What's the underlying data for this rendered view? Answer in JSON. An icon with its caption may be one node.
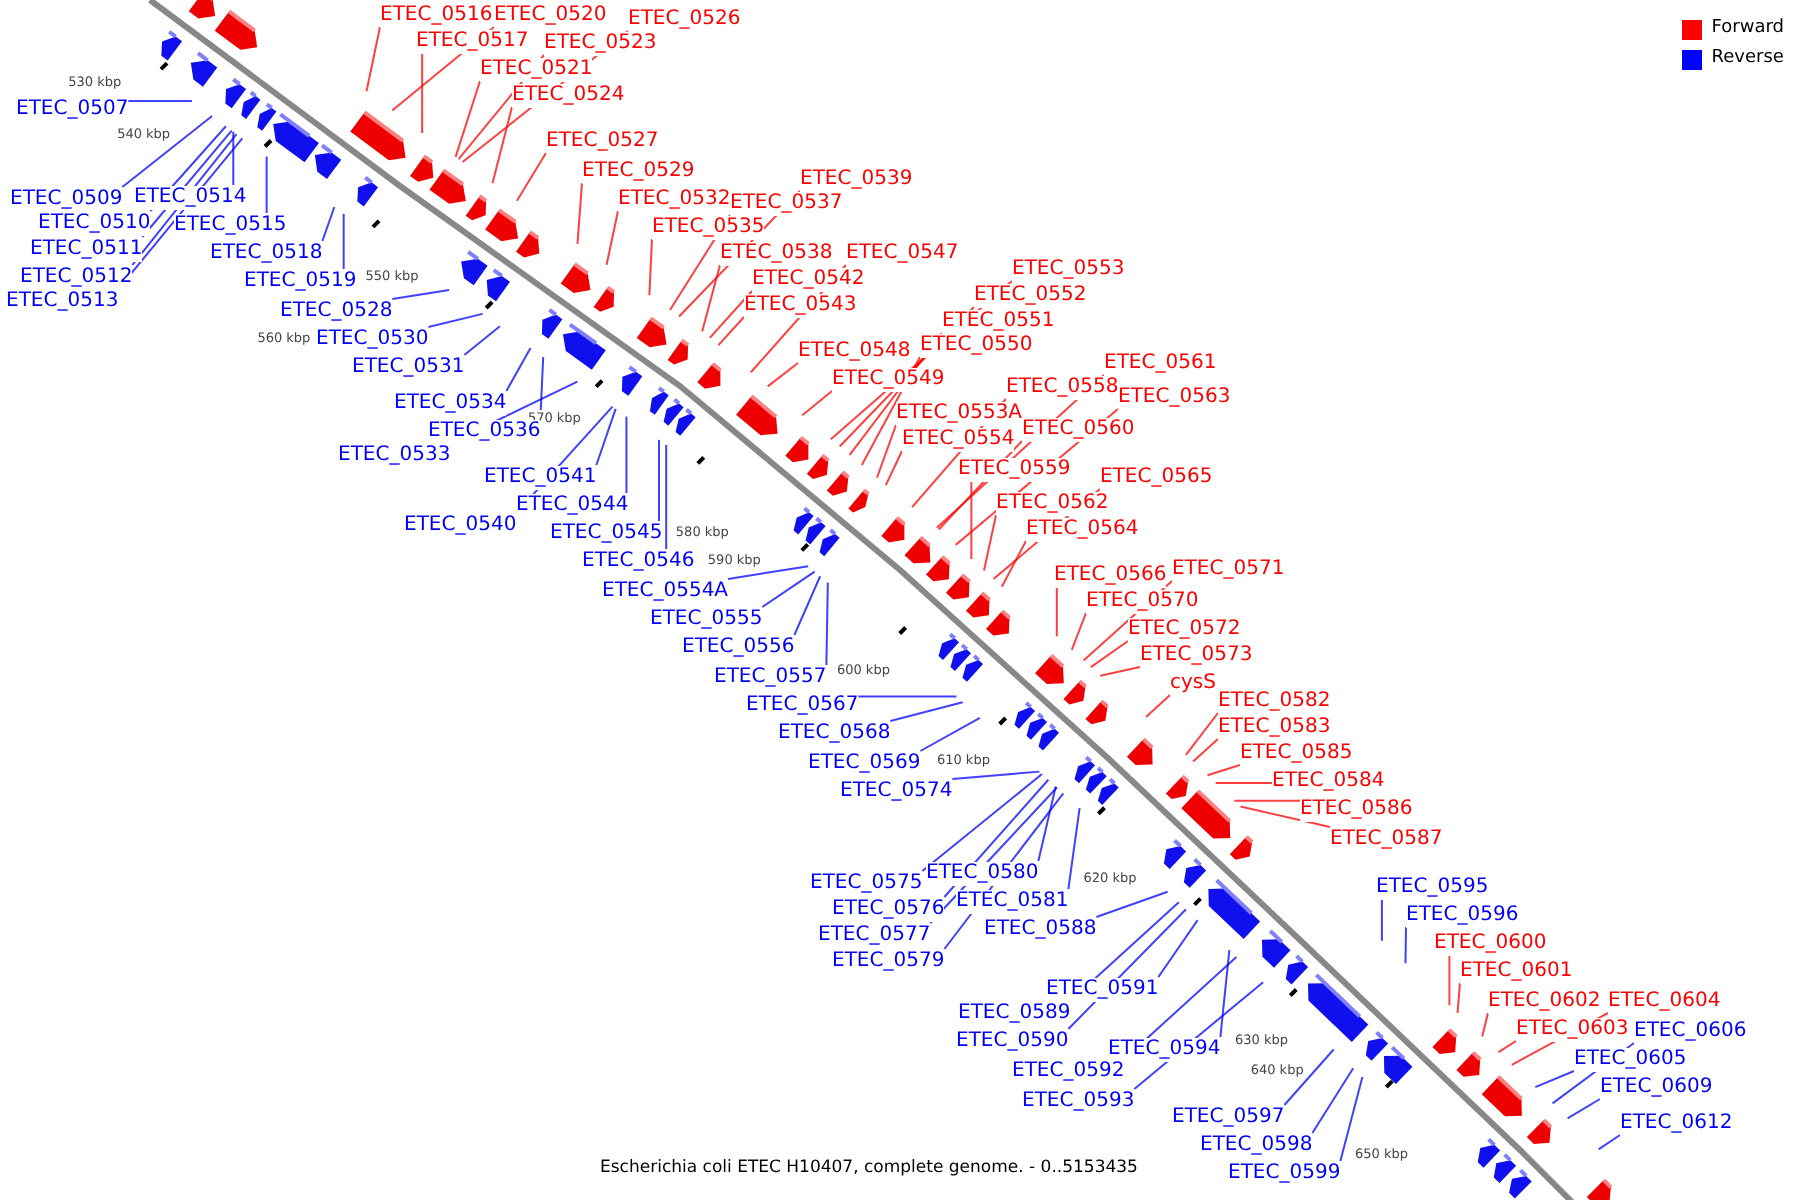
{
  "diagram": {
    "caption": "Escherichia coli ETEC H10407, complete genome. - 0..5153435",
    "nodes": [
      {
        "text": [
          "ETEC_0507"
        ]
      },
      {
        "text": [
          "ETEC_0509"
        ]
      },
      {
        "text": [
          "ETEC_0514"
        ]
      },
      {
        "text": [
          "ETEC_0510"
        ]
      },
      {
        "text": [
          "ETEC_0511"
        ]
      },
      {
        "text": [
          "ETEC_0512"
        ]
      },
      {
        "text": [
          "ETEC_0513"
        ]
      },
      {
        "text": [
          "ETEC_0515"
        ]
      },
      {
        "text": [
          "ETEC_0518"
        ]
      },
      {
        "text": [
          "ETEC_0519"
        ]
      },
      {
        "text": [
          "ETEC_0528"
        ]
      },
      {
        "text": [
          "ETEC_0530"
        ]
      },
      {
        "text": [
          "ETEC_0531"
        ]
      },
      {
        "text": [
          "ETEC_0534"
        ]
      },
      {
        "text": [
          "ETEC_0536"
        ]
      },
      {
        "text": [
          "ETEC_0533"
        ]
      },
      {
        "text": [
          "ETEC_0541"
        ]
      },
      {
        "text": [
          "ETEC_0544"
        ]
      },
      {
        "text": [
          "ETEC_0540"
        ]
      },
      {
        "text": [
          "ETEC_0545"
        ]
      },
      {
        "text": [
          "ETEC_0546"
        ]
      },
      {
        "text": [
          "ETEC_0554A"
        ]
      },
      {
        "text": [
          "ETEC_0555"
        ]
      },
      {
        "text": [
          "ETEC_0556"
        ]
      },
      {
        "text": [
          "ETEC_0557"
        ]
      },
      {
        "text": [
          "ETEC_0567"
        ]
      },
      {
        "text": [
          "ETEC_0568"
        ]
      },
      {
        "text": [
          "ETEC_0569"
        ]
      },
      {
        "text": [
          "ETEC_0574"
        ]
      },
      {
        "text": [
          "ETEC_0575"
        ]
      },
      {
        "text": [
          "ETEC_0580"
        ]
      },
      {
        "text": [
          "ETEC_0576"
        ]
      },
      {
        "text": [
          "ETEC_0581"
        ]
      },
      {
        "text": [
          "ETEC_0577"
        ]
      },
      {
        "text": [
          "ETEC_0588"
        ]
      },
      {
        "text": [
          "ETEC_0579"
        ]
      },
      {
        "text": [
          "ETEC_0591"
        ]
      },
      {
        "text": [
          "ETEC_0589"
        ]
      },
      {
        "text": [
          "ETEC_0590"
        ]
      },
      {
        "text": [
          "ETEC_0594"
        ]
      },
      {
        "text": [
          "ETEC_0592"
        ]
      },
      {
        "text": [
          "ETEC_0593"
        ]
      },
      {
        "text": [
          "ETEC_0597"
        ]
      },
      {
        "text": [
          "ETEC_0598"
        ]
      },
      {
        "text": [
          "ETEC_0599"
        ]
      },
      {
        "text": [
          "ETEC_0595"
        ]
      },
      {
        "text": [
          "ETEC_0596"
        ]
      },
      {
        "text": [
          "ETEC_0606"
        ]
      },
      {
        "text": [
          "ETEC_0605"
        ]
      },
      {
        "text": [
          "ETEC_0609"
        ]
      },
      {
        "text": [
          "ETEC_0612"
        ]
      },
      {
        "text": [
          "ETEC_0516"
        ]
      },
      {
        "text": [
          "ETEC_0520"
        ]
      },
      {
        "text": [
          "ETEC_0526"
        ]
      },
      {
        "text": [
          "ETEC_0517"
        ]
      },
      {
        "text": [
          "ETEC_0523"
        ]
      },
      {
        "text": [
          "ETEC_0521"
        ]
      },
      {
        "text": [
          "ETEC_0524"
        ]
      },
      {
        "text": [
          "ETEC_0527"
        ]
      },
      {
        "text": [
          "ETEC_0529"
        ]
      },
      {
        "text": [
          "ETEC_0532"
        ]
      },
      {
        "text": [
          "ETEC_0537"
        ]
      },
      {
        "text": [
          "ETEC_0539"
        ]
      },
      {
        "text": [
          "ETEC_0535"
        ]
      },
      {
        "text": [
          "ETEC_0538"
        ]
      },
      {
        "text": [
          "ETEC_0547"
        ]
      },
      {
        "text": [
          "ETEC_0542"
        ]
      },
      {
        "text": [
          "ETEC_0543"
        ]
      },
      {
        "text": [
          "ETEC_0548"
        ]
      },
      {
        "text": [
          "ETEC_0549"
        ]
      },
      {
        "text": [
          "ETEC_0553"
        ]
      },
      {
        "text": [
          "ETEC_0552"
        ]
      },
      {
        "text": [
          "ETEC_0551"
        ]
      },
      {
        "text": [
          "ETEC_0550"
        ]
      },
      {
        "text": [
          "ETEC_0553A"
        ]
      },
      {
        "text": [
          "ETEC_0554"
        ]
      },
      {
        "text": [
          "ETEC_0558"
        ]
      },
      {
        "text": [
          "ETEC_0561"
        ]
      },
      {
        "text": [
          "ETEC_0563"
        ]
      },
      {
        "text": [
          "ETEC_0560"
        ]
      },
      {
        "text": [
          "ETEC_0559"
        ]
      },
      {
        "text": [
          "ETEC_0562"
        ]
      },
      {
        "text": [
          "ETEC_0565"
        ]
      },
      {
        "text": [
          "ETEC_0564"
        ]
      },
      {
        "text": [
          "ETEC_0566"
        ]
      },
      {
        "text": [
          "ETEC_0571"
        ]
      },
      {
        "text": [
          "ETEC_0570"
        ]
      },
      {
        "text": [
          "ETEC_0572"
        ]
      },
      {
        "text": [
          "ETEC_0573"
        ]
      },
      {
        "text": [
          "cysS"
        ]
      },
      {
        "text": [
          "ETEC_0582"
        ]
      },
      {
        "text": [
          "ETEC_0583"
        ]
      },
      {
        "text": [
          "ETEC_0585"
        ]
      },
      {
        "text": [
          "ETEC_0584"
        ]
      },
      {
        "text": [
          "ETEC_0586"
        ]
      },
      {
        "text": [
          "ETEC_0587"
        ]
      },
      {
        "text": [
          "ETEC_0600"
        ]
      },
      {
        "text": [
          "ETEC_0601"
        ]
      },
      {
        "text": [
          "ETEC_0602"
        ]
      },
      {
        "text": [
          "ETEC_0604"
        ]
      },
      {
        "text": [
          "ETEC_0603"
        ]
      }
    ],
    "edges": [
      {
        "from": 0,
        "to": null,
        "arrow": "none"
      },
      {
        "from": 1,
        "to": null,
        "arrow": "none"
      },
      {
        "from": 2,
        "to": null,
        "arrow": "none"
      },
      {
        "from": 3,
        "to": null,
        "arrow": "none"
      },
      {
        "from": 4,
        "to": null,
        "arrow": "none"
      },
      {
        "from": 5,
        "to": null,
        "arrow": "none"
      },
      {
        "from": 6,
        "to": null,
        "arrow": "none"
      },
      {
        "from": 7,
        "to": null,
        "arrow": "none"
      },
      {
        "from": 8,
        "to": null,
        "arrow": "none"
      },
      {
        "from": 9,
        "to": null,
        "arrow": "none"
      },
      {
        "from": 10,
        "to": null,
        "arrow": "none"
      },
      {
        "from": 11,
        "to": null,
        "arrow": "none"
      },
      {
        "from": 12,
        "to": null,
        "arrow": "none"
      },
      {
        "from": 13,
        "to": null,
        "arrow": "none"
      },
      {
        "from": 14,
        "to": null,
        "arrow": "none"
      },
      {
        "from": 15,
        "to": null,
        "arrow": "none"
      },
      {
        "from": 16,
        "to": null,
        "arrow": "none"
      },
      {
        "from": 17,
        "to": null,
        "arrow": "none"
      },
      {
        "from": 18,
        "to": null,
        "arrow": "none"
      },
      {
        "from": 19,
        "to": null,
        "arrow": "none"
      },
      {
        "from": 20,
        "to": null,
        "arrow": "none"
      },
      {
        "from": 21,
        "to": null,
        "arrow": "none"
      },
      {
        "from": 22,
        "to": null,
        "arrow": "none"
      },
      {
        "from": 23,
        "to": null,
        "arrow": "none"
      },
      {
        "from": 24,
        "to": null,
        "arrow": "none"
      },
      {
        "from": 25,
        "to": null,
        "arrow": "none"
      },
      {
        "from": 26,
        "to": null,
        "arrow": "none"
      },
      {
        "from": 27,
        "to": null,
        "arrow": "none"
      },
      {
        "from": 28,
        "to": null,
        "arrow": "none"
      },
      {
        "from": 29,
        "to": null,
        "arrow": "none"
      },
      {
        "from": 30,
        "to": null,
        "arrow": "none"
      },
      {
        "from": 31,
        "to": null,
        "arrow": "none"
      },
      {
        "from": 32,
        "to": null,
        "arrow": "none"
      },
      {
        "from": 33,
        "to": null,
        "arrow": "none"
      },
      {
        "from": 34,
        "to": null,
        "arrow": "none"
      },
      {
        "from": 35,
        "to": null,
        "arrow": "none"
      },
      {
        "from": 36,
        "to": null,
        "arrow": "none"
      },
      {
        "from": 37,
        "to": null,
        "arrow": "none"
      },
      {
        "from": 38,
        "to": null,
        "arrow": "none"
      },
      {
        "from": 39,
        "to": null,
        "arrow": "none"
      },
      {
        "from": 40,
        "to": null,
        "arrow": "none"
      },
      {
        "from": 41,
        "to": null,
        "arrow": "none"
      },
      {
        "from": 42,
        "to": null,
        "arrow": "none"
      },
      {
        "from": 43,
        "to": null,
        "arrow": "none"
      },
      {
        "from": 44,
        "to": null,
        "arrow": "none"
      },
      {
        "from": 45,
        "to": null,
        "arrow": "none"
      },
      {
        "from": 46,
        "to": null,
        "arrow": "none"
      },
      {
        "from": 47,
        "to": null,
        "arrow": "none"
      },
      {
        "from": 48,
        "to": null,
        "arrow": "none"
      },
      {
        "from": 49,
        "to": null,
        "arrow": "none"
      },
      {
        "from": 50,
        "to": null,
        "arrow": "none"
      },
      {
        "from": 51,
        "to": null,
        "arrow": "none",
        "color": "#ff0000"
      },
      {
        "from": 52,
        "to": null,
        "arrow": "none",
        "color": "#ff0000"
      },
      {
        "from": 53,
        "to": null,
        "arrow": "none",
        "color": "#ff0000"
      },
      {
        "from": 54,
        "to": null,
        "arrow": "none",
        "color": "#ff0000"
      },
      {
        "from": 55,
        "to": null,
        "arrow": "none",
        "color": "#ff0000"
      },
      {
        "from": 56,
        "to": null,
        "arrow": "none",
        "color": "#ff0000"
      },
      {
        "from": 57,
        "to": null,
        "arrow": "none",
        "color": "#ff0000"
      },
      {
        "from": 58,
        "to": null,
        "arrow": "none",
        "color": "#ff0000"
      },
      {
        "from": 59,
        "to": null,
        "arrow": "none",
        "color": "#ff0000"
      },
      {
        "from": 60,
        "to": null,
        "arrow": "none",
        "color": "#ff0000"
      },
      {
        "from": 61,
        "to": null,
        "arrow": "none",
        "color": "#ff0000"
      },
      {
        "from": 62,
        "to": null,
        "arrow": "none",
        "color": "#ff0000"
      },
      {
        "from": 63,
        "to": null,
        "arrow": "none",
        "color": "#ff0000"
      },
      {
        "from": 64,
        "to": null,
        "arrow": "none",
        "color": "#ff0000"
      },
      {
        "from": 65,
        "to": null,
        "arrow": "none",
        "color": "#ff0000"
      },
      {
        "from": 66,
        "to": null,
        "arrow": "none",
        "color": "#ff0000"
      },
      {
        "from": 67,
        "to": null,
        "arrow": "none",
        "color": "#ff0000"
      },
      {
        "from": 68,
        "to": null,
        "arrow": "none",
        "color": "#ff0000"
      },
      {
        "from": 69,
        "to": null,
        "arrow": "none",
        "color": "#ff0000"
      },
      {
        "from": 70,
        "to": null,
        "arrow": "none",
        "color": "#ff0000"
      },
      {
        "from": 71,
        "to": null,
        "arrow": "none",
        "color": "#ff0000"
      },
      {
        "from": 72,
        "to": null,
        "arrow": "none",
        "color": "#ff0000"
      },
      {
        "from": 73,
        "to": null,
        "arrow": "none",
        "color": "#ff0000"
      },
      {
        "from": 74,
        "to": null,
        "arrow": "none",
        "color": "#ff0000"
      },
      {
        "from": 75,
        "to": null,
        "arrow": "none",
        "color": "#ff0000"
      },
      {
        "from": 76,
        "to": null,
        "arrow": "none",
        "color": "#ff0000"
      },
      {
        "from": 77,
        "to": null,
        "arrow": "none",
        "color": "#ff0000"
      },
      {
        "from": 78,
        "to": null,
        "arrow": "none",
        "color": "#ff0000"
      },
      {
        "from": 79,
        "to": null,
        "arrow": "none",
        "color": "#ff0000"
      },
      {
        "from": 80,
        "to": null,
        "arrow": "none",
        "color": "#ff0000"
      },
      {
        "from": 81,
        "to": null,
        "arrow": "none",
        "color": "#ff0000"
      },
      {
        "from": 82,
        "to": null,
        "arrow": "none",
        "color": "#ff0000"
      },
      {
        "from": 83,
        "to": null,
        "arrow": "none",
        "color": "#ff0000"
      },
      {
        "from": 84,
        "to": null,
        "arrow": "none",
        "color": "#ff0000"
      },
      {
        "from": 85,
        "to": null,
        "arrow": "none",
        "color": "#ff0000"
      },
      {
        "from": 86,
        "to": null,
        "arrow": "none",
        "color": "#ff0000"
      },
      {
        "from": 87,
        "to": null,
        "arrow": "none",
        "color": "#ff0000"
      },
      {
        "from": 88,
        "to": null,
        "arrow": "none",
        "color": "#ff0000"
      },
      {
        "from": 89,
        "to": null,
        "arrow": "none",
        "color": "#ff0000"
      },
      {
        "from": 90,
        "to": null,
        "arrow": "none",
        "color": "#ff0000"
      },
      {
        "from": 91,
        "to": null,
        "arrow": "none",
        "color": "#ff0000"
      },
      {
        "from": 92,
        "to": null,
        "arrow": "none",
        "color": "#ff0000"
      },
      {
        "from": 93,
        "to": null,
        "arrow": "none",
        "color": "#ff0000"
      },
      {
        "from": 94,
        "to": null,
        "arrow": "none",
        "color": "#ff0000"
      },
      {
        "from": 95,
        "to": null,
        "arrow": "none",
        "color": "#ff0000"
      },
      {
        "from": 96,
        "to": null,
        "arrow": "none",
        "color": "#ff0000"
      },
      {
        "from": 97,
        "to": null,
        "arrow": "none",
        "color": "#ff0000"
      },
      {
        "from": 98,
        "to": null,
        "arrow": "none",
        "color": "#ff0000"
      },
      {
        "from": 99,
        "to": null,
        "arrow": "none",
        "color": "#ff0000"
      },
      {
        "from": 100,
        "to": null,
        "arrow": "none",
        "color": "#ff0000"
      }
    ],
    "labels": [
      "530 kbp",
      "540 kbp",
      "550 kbp",
      "560 kbp",
      "570 kbp",
      "580 kbp",
      "590 kbp",
      "600 kbp",
      "610 kbp",
      "620 kbp",
      "630 kbp",
      "640 kbp",
      "650 kbp"
    ],
    "legend": [
      {
        "text": "Forward",
        "color": "#ff0000"
      },
      {
        "text": "Reverse",
        "color": "#0000ff"
      }
    ]
  }
}
